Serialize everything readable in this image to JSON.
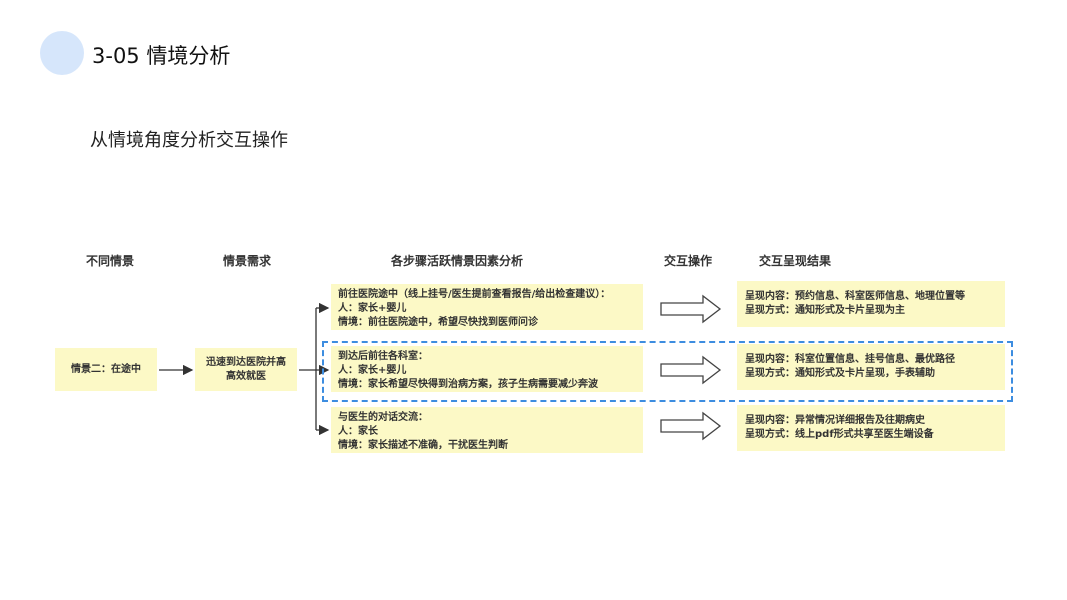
{
  "header": {
    "title": "3-05 情境分析",
    "subtitle": "从情境角度分析交互操作"
  },
  "columns": [
    "不同情景",
    "情景需求",
    "各步骤活跃情景因素分析",
    "交互操作",
    "交互呈现结果"
  ],
  "scenario": "情景二：在途中",
  "need": [
    "迅速到达医院并高",
    "高效就医"
  ],
  "steps": [
    {
      "lines": [
        "前往医院途中（线上挂号/医生提前查看报告/给出检查建议）：",
        "人：家长+婴儿",
        "情境：前往医院途中，希望尽快找到医师问诊"
      ],
      "result": [
        "呈现内容：预约信息、科室医师信息、地理位置等",
        "呈现方式：通知形式及卡片呈现为主"
      ]
    },
    {
      "lines": [
        "到达后前往各科室：",
        "人：家长+婴儿",
        "情境：家长希望尽快得到治病方案，孩子生病需要减少奔波"
      ],
      "result": [
        "呈现内容：科室位置信息、挂号信息、最优路径",
        "呈现方式：通知形式及卡片呈现，手表辅助"
      ]
    },
    {
      "lines": [
        "与医生的对话交流：",
        "人：家长",
        "情境：家长描述不准确，干扰医生判断"
      ],
      "result": [
        "呈现内容：异常情况详细报告及往期病史",
        "呈现方式：线上pdf形式共享至医生端设备"
      ]
    }
  ],
  "colors": {
    "box": "#fcf9c6",
    "highlight": "#3d8de0",
    "circle": "#d6e6fb"
  }
}
